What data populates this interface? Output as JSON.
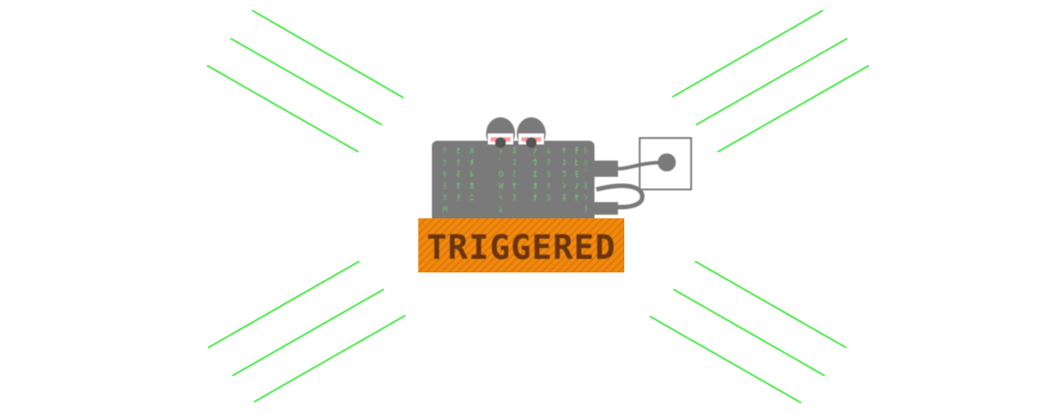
{
  "banner": {
    "text": "TRIGGERED"
  },
  "colors": {
    "background": "#ffffff",
    "rays": "#55ee55",
    "device_body": "#7a7a7a",
    "matrix_text": "#6ef06e",
    "banner_fill": "#f08a0e",
    "banner_stripe": "#e07000",
    "banner_text": "#6b3408",
    "socket_frame": "#7a7a7a"
  },
  "matrix_columns": [
    "ﾃﾂｷﾓｻM",
    "ｾｸﾈﾎｦ",
    "ﾊﾒﾚｶﾆ",
    "ﾀﾞOWﾍﾑ",
    "ｽﾌﾐﾔﾗ",
    "ｱｳｴｵﾅ",
    "ﾑﾏﾖﾘﾛ",
    "ﾔﾕﾜﾝﾈ",
    "ﾁﾋﾓﾉｹ",
    "ﾄﾊﾞﾎﾝｸ"
  ],
  "icons": {
    "figures": "hacker-figures-icon",
    "socket": "wall-socket-icon",
    "plug": "power-plug-icon",
    "cable": "cable-icon"
  }
}
